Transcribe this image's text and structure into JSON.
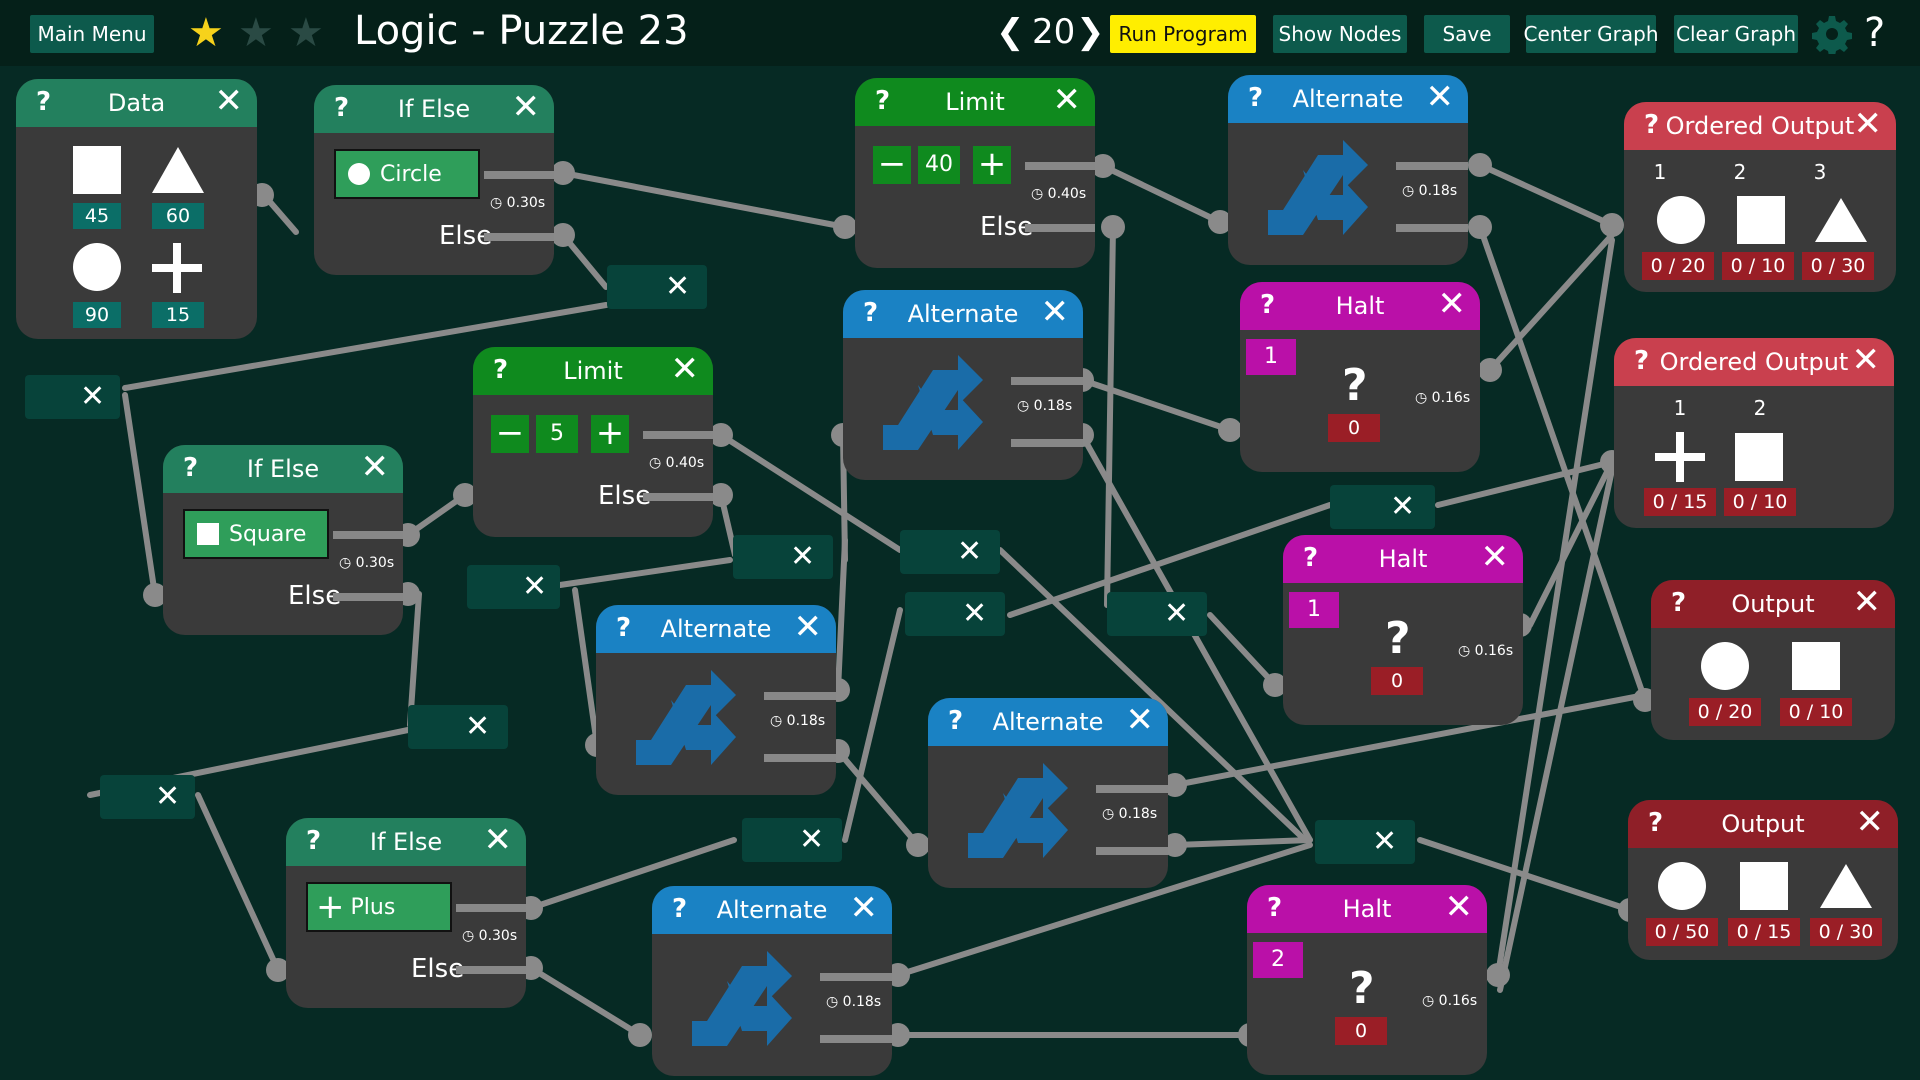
{
  "topbar": {
    "main_menu": "Main Menu",
    "title": "Logic - Puzzle 23",
    "counter_left": "❮",
    "counter_value": "20",
    "counter_right": "❯",
    "run_program": "Run Program",
    "show_nodes": "Show Nodes",
    "save": "Save",
    "center_graph": "Center Graph",
    "clear_graph": "Clear Graph",
    "help": "?",
    "stars_earned": 1,
    "stars_total": 3
  },
  "colors": {
    "background": "#062a24",
    "node_body": "#3a3a3a",
    "data_header": "#23805e",
    "limit_header": "#0f8a1e",
    "alternate_header": "#1a82c4",
    "halt_header": "#ba10a8",
    "ordered_output_header": "#c9404e",
    "output_header": "#8f1f28",
    "run_button": "#ffee00",
    "wire": "#8a8a8a"
  },
  "nodes": {
    "data": {
      "q": "?",
      "title": "Data",
      "close": "✕",
      "values": [
        "45",
        "60",
        "90",
        "15"
      ],
      "shapes": [
        "square",
        "triangle",
        "circle",
        "plus"
      ]
    },
    "ifelse1": {
      "q": "?",
      "title": "If Else",
      "close": "✕",
      "condition": "Circle",
      "icon": "circle-icon",
      "timer": "0.30s",
      "else": "Else"
    },
    "ifelse2": {
      "q": "?",
      "title": "If Else",
      "close": "✕",
      "condition": "Square",
      "icon": "square-icon",
      "timer": "0.30s",
      "else": "Else"
    },
    "ifelse3": {
      "q": "?",
      "title": "If Else",
      "close": "✕",
      "condition": "Plus",
      "icon": "plus-icon",
      "timer": "0.30s",
      "else": "Else"
    },
    "limit1": {
      "q": "?",
      "title": "Limit",
      "close": "✕",
      "minus": "−",
      "value": "40",
      "plus": "+",
      "timer": "0.40s",
      "else": "Else"
    },
    "limit2": {
      "q": "?",
      "title": "Limit",
      "close": "✕",
      "minus": "−",
      "value": "5",
      "plus": "+",
      "timer": "0.40s",
      "else": "Else"
    },
    "alt1": {
      "q": "?",
      "title": "Alternate",
      "close": "✕",
      "timer": "0.18s"
    },
    "alt2": {
      "q": "?",
      "title": "Alternate",
      "close": "✕",
      "timer": "0.18s"
    },
    "alt3": {
      "q": "?",
      "title": "Alternate",
      "close": "✕",
      "timer": "0.18s"
    },
    "alt4": {
      "q": "?",
      "title": "Alternate",
      "close": "✕",
      "timer": "0.18s"
    },
    "alt5": {
      "q": "?",
      "title": "Alternate",
      "close": "✕",
      "timer": "0.18s"
    },
    "halt1": {
      "q": "?",
      "title": "Halt",
      "close": "✕",
      "id": "1",
      "mystery": "?",
      "count": "0",
      "timer": "0.16s"
    },
    "halt2": {
      "q": "?",
      "title": "Halt",
      "close": "✕",
      "id": "1",
      "mystery": "?",
      "count": "0",
      "timer": "0.16s"
    },
    "halt3": {
      "q": "?",
      "title": "Halt",
      "close": "✕",
      "id": "2",
      "mystery": "?",
      "count": "0",
      "timer": "0.16s"
    },
    "ordout1": {
      "q": "?",
      "title": "Ordered Output",
      "close": "✕",
      "indices": [
        "1",
        "2",
        "3"
      ],
      "shapes": [
        "circle",
        "square",
        "triangle"
      ],
      "counts": [
        "0 / 20",
        "0 / 10",
        "0 / 30"
      ]
    },
    "ordout2": {
      "q": "?",
      "title": "Ordered Output",
      "close": "✕",
      "indices": [
        "1",
        "2"
      ],
      "shapes": [
        "plus",
        "square"
      ],
      "counts": [
        "0 / 15",
        "0 / 10"
      ]
    },
    "out1": {
      "q": "?",
      "title": "Output",
      "close": "✕",
      "shapes": [
        "circle",
        "square"
      ],
      "counts": [
        "0 / 20",
        "0 / 10"
      ]
    },
    "out2": {
      "q": "?",
      "title": "Output",
      "close": "✕",
      "shapes": [
        "circle",
        "square",
        "triangle"
      ],
      "counts": [
        "0 / 50",
        "0 / 15",
        "0 / 30"
      ]
    }
  },
  "junction_close": "✕"
}
